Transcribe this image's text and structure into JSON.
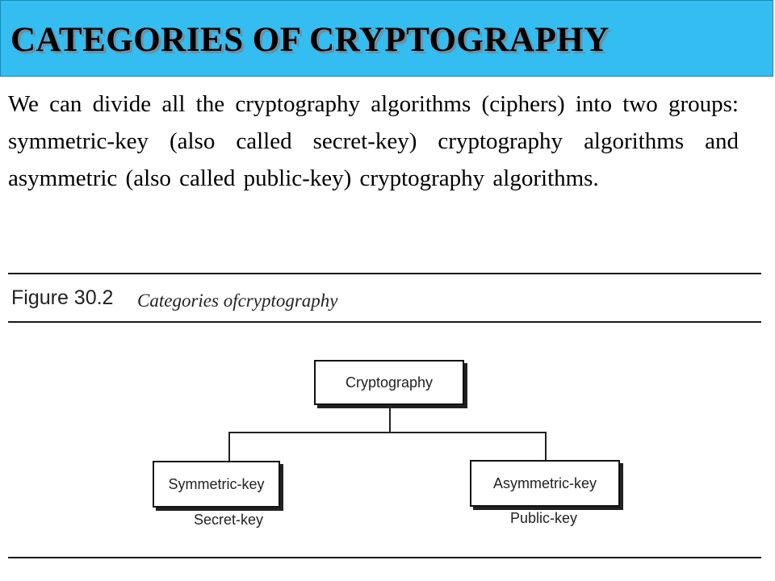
{
  "title": "CATEGORIES OF CRYPTOGRAPHY",
  "paragraph": "We can divide all the cryptography algorithms (ciphers) into two groups: symmetric-key (also called secret-key) cryptography algorithms and asymmetric (also called public-key) cryptography algorithms.",
  "figure": {
    "label": "Figure 30.2",
    "caption": "Categories ofcryptography",
    "root": "Cryptography",
    "left_node": {
      "label": "Symmetric-key",
      "sublabel": "Secret-key"
    },
    "right_node": {
      "label": "Asymmetric-key",
      "sublabel": "Public-key"
    }
  }
}
